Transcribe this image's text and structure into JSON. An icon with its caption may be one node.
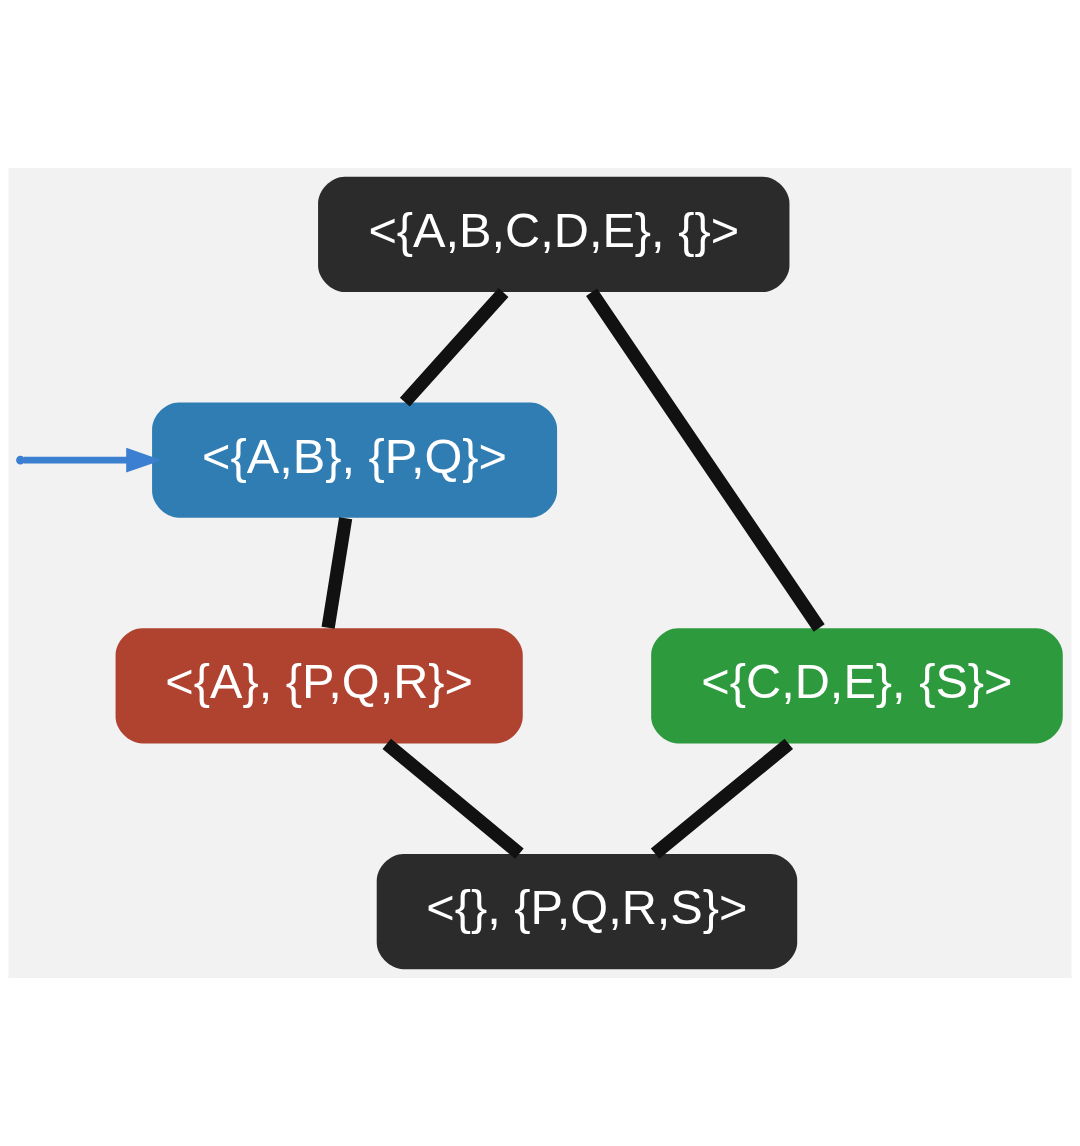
{
  "diagram": {
    "nodes": [
      {
        "text": [
          "<{A,B,C,D,E}, {}>"
        ]
      },
      {
        "text": [
          "<{A,B}, {P,Q}>"
        ]
      },
      {
        "text": [
          "<{C,D,E}, {S}>"
        ]
      },
      {
        "text": [
          "<{A}, {P,Q,R}>"
        ]
      },
      {
        "text": [
          "<{}, {P,Q,R,S}>"
        ]
      }
    ],
    "edges": [
      {
        "from": 0,
        "to": 1,
        "arrow": "none"
      },
      {
        "from": 0,
        "to": 2,
        "arrow": "none"
      },
      {
        "from": 1,
        "to": 3,
        "arrow": "none"
      },
      {
        "from": 3,
        "to": 4,
        "arrow": "none"
      },
      {
        "from": 2,
        "to": 4,
        "arrow": "none"
      },
      {
        "from": null,
        "to": 1,
        "arrow": "to",
        "color": "#3a7fd0"
      }
    ]
  }
}
